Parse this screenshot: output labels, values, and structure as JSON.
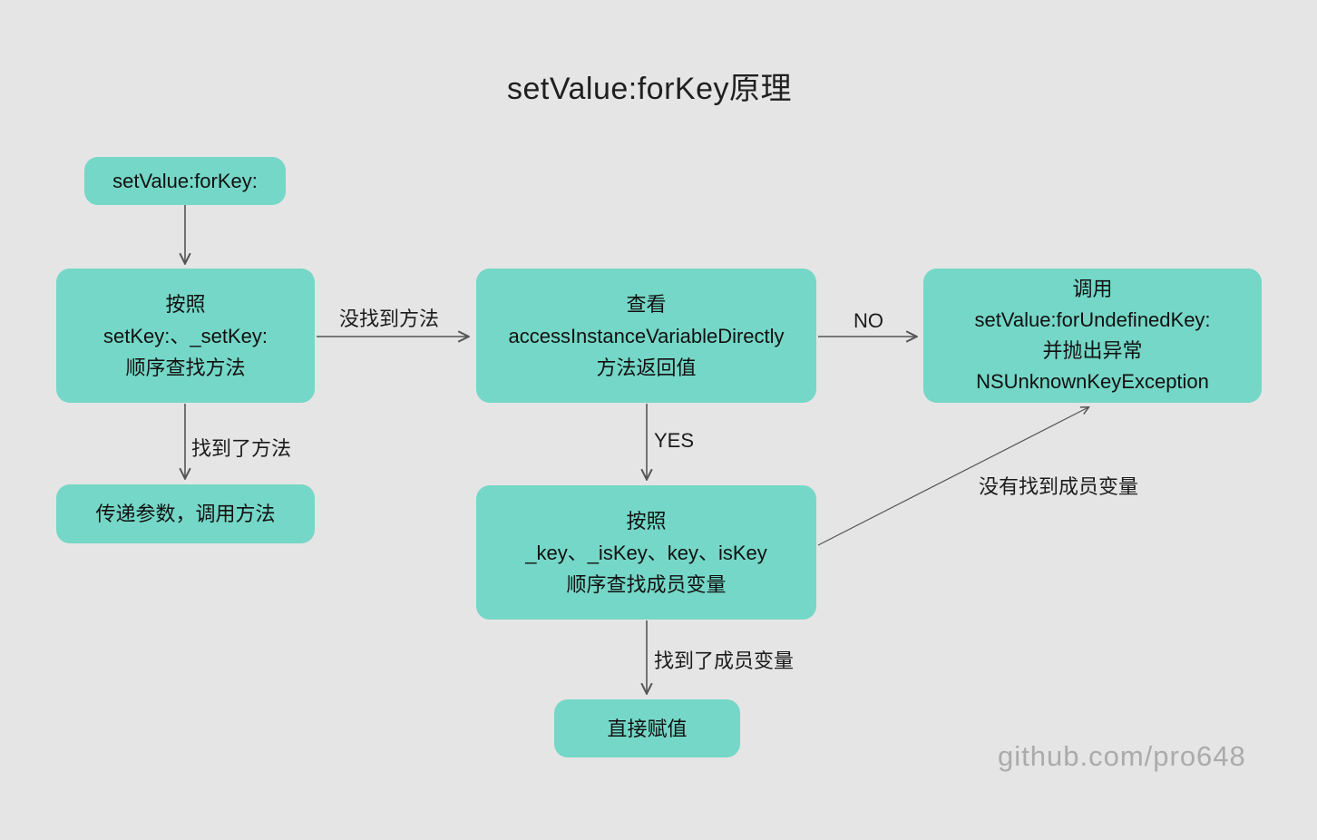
{
  "title": "setValue:forKey原理",
  "watermark": "github.com/pro648",
  "colors": {
    "background": "#e5e5e5",
    "node_fill": "#75d7c7",
    "node_text": "#111111",
    "arrow": "#555555",
    "label_text": "#1c1c1c",
    "watermark_text": "#ababab"
  },
  "nodes": [
    {
      "name": "start",
      "lines": [
        "setValue:forKey:"
      ]
    },
    {
      "name": "search-methods",
      "lines": [
        "按照",
        "setKey:、_setKey:",
        "顺序查找方法"
      ]
    },
    {
      "name": "check-access-instance-variable",
      "lines": [
        "查看",
        "accessInstanceVariableDirectly",
        "方法返回值"
      ]
    },
    {
      "name": "undefined-key-exception",
      "lines": [
        "调用",
        "setValue:forUndefinedKey:",
        "并抛出异常",
        "NSUnknownKeyException"
      ]
    },
    {
      "name": "pass-args-call-method",
      "lines": [
        "传递参数，调用方法"
      ]
    },
    {
      "name": "search-ivars",
      "lines": [
        "按照",
        "_key、_isKey、key、isKey",
        "顺序查找成员变量"
      ]
    },
    {
      "name": "direct-assign",
      "lines": [
        "直接赋值"
      ]
    }
  ],
  "edge_labels": {
    "method_not_found": "没找到方法",
    "no": "NO",
    "method_found": "找到了方法",
    "yes": "YES",
    "ivar_not_found": "没有找到成员变量",
    "ivar_found": "找到了成员变量"
  }
}
